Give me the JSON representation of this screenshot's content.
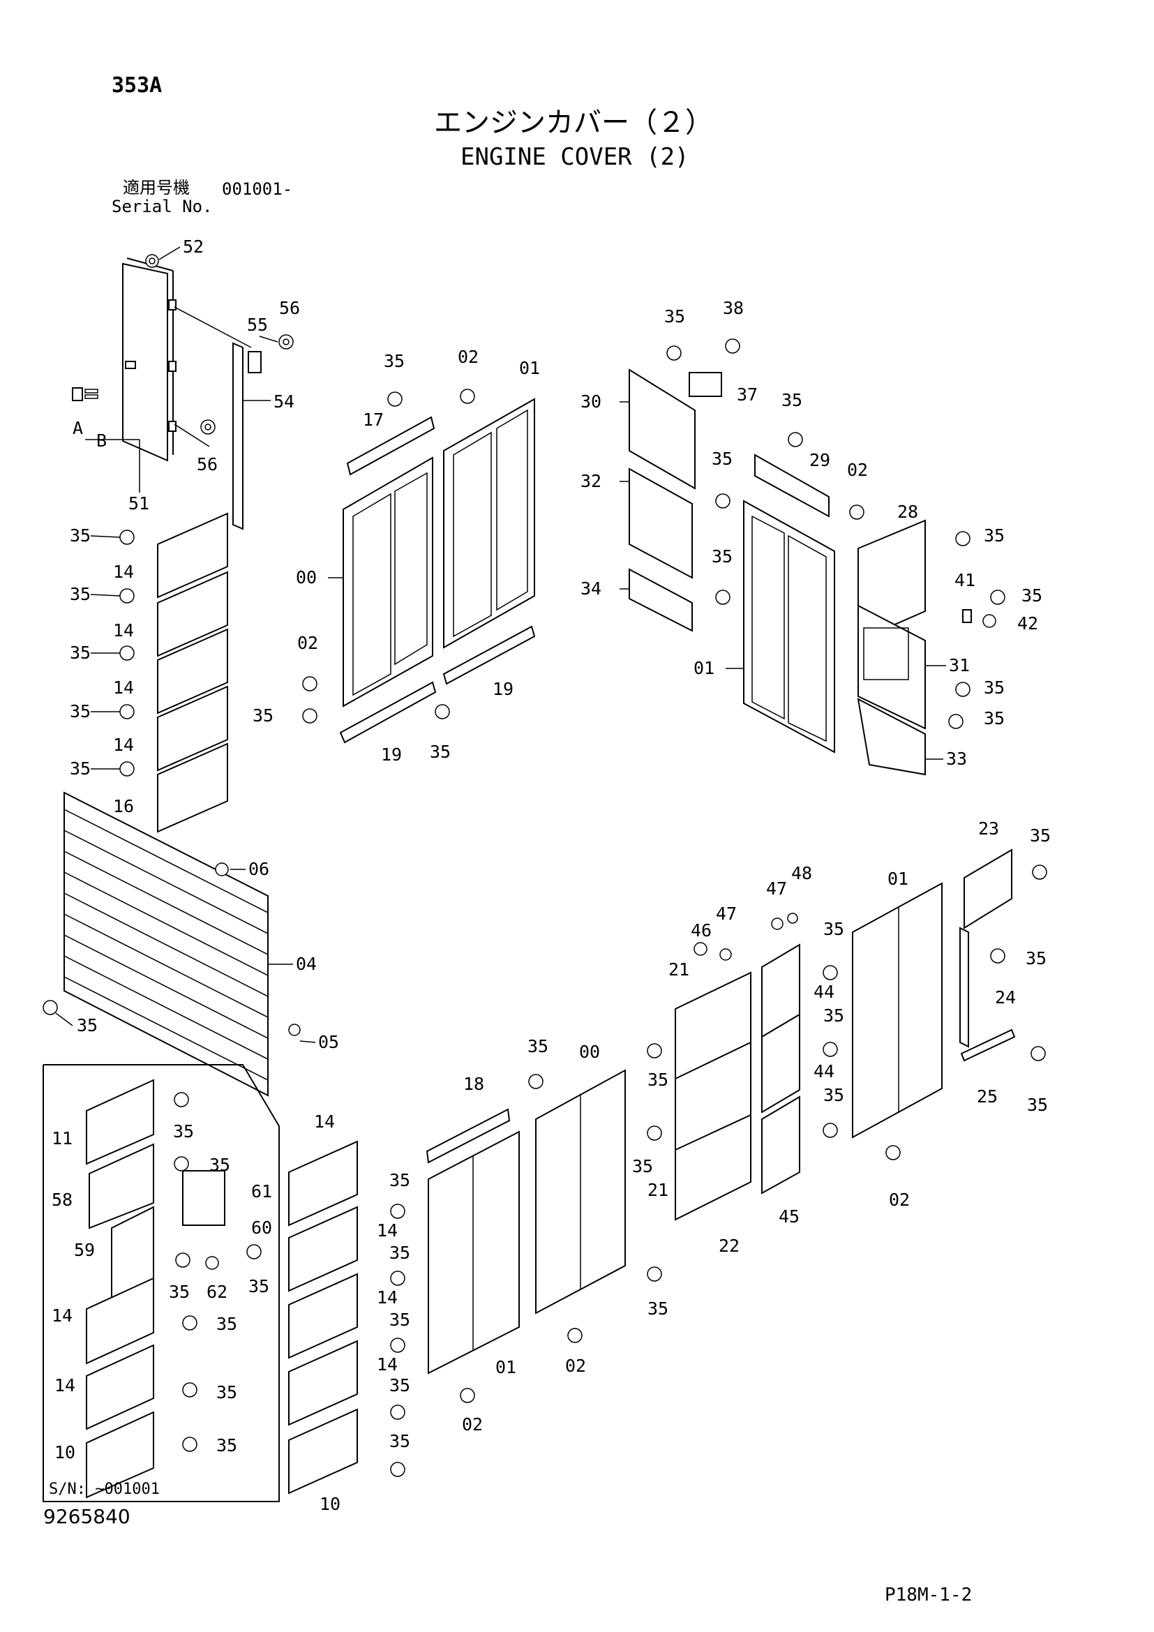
{
  "header": {
    "page_code": "353A",
    "title_jp": "エンジンカバー（２）",
    "title_en": "ENGINE COVER (2)",
    "serial_label_jp": "適用号機",
    "serial_value": "001001-",
    "serial_label_en": "Serial No."
  },
  "inset": {
    "note": "S/N: ~001001"
  },
  "footer": {
    "drawing_number": "9265840",
    "page_ref": "P18M-1-2"
  },
  "callouts": {
    "c52": "52",
    "c56a": "56",
    "c55": "55",
    "c54": "54",
    "c56b": "56",
    "cA": "A",
    "cB": "B",
    "c51": "51",
    "c35_l1": "35",
    "c14_l1": "14",
    "c35_l2": "35",
    "c14_l2": "14",
    "c35_l3": "35",
    "c14_l3": "14",
    "c35_l4": "35",
    "c14_l4": "14",
    "c35_l5": "35",
    "c16": "16",
    "c35_m1": "35",
    "c02_m1": "02",
    "c01_m1": "01",
    "c17": "17",
    "c00_m": "00",
    "c02_m2": "02",
    "c35_m2": "35",
    "c19_a": "19",
    "c35_m3": "35",
    "c19_b": "19",
    "c35_r1": "35",
    "c38": "38",
    "c30": "30",
    "c37": "37",
    "c35_r2": "35",
    "c29": "29",
    "c02_r1": "02",
    "c32": "32",
    "c35_r3": "35",
    "c28": "28",
    "c35_r4": "35",
    "c34": "34",
    "c35_r5": "35",
    "c41": "41",
    "c35_r6": "35",
    "c42": "42",
    "c01_r": "01",
    "c31": "31",
    "c35_r7": "35",
    "c35_r8": "35",
    "c33": "33",
    "c06": "06",
    "c04": "04",
    "c05": "05",
    "c35_g": "35",
    "c23": "23",
    "c35_e1": "35",
    "c01_e": "01",
    "c35_e2": "35",
    "c24": "24",
    "c25": "25",
    "c35_e3": "35",
    "c02_e": "02",
    "c48": "48",
    "c47a": "47",
    "c47b": "47",
    "c46": "46",
    "c21a": "21",
    "c35_s1": "35",
    "c44a": "44",
    "c35_s2": "35",
    "c44b": "44",
    "c35_s3": "35",
    "c35_s4": "35",
    "c35_s5": "35",
    "c21b": "21",
    "c22": "22",
    "c45": "45",
    "c35_s6": "35",
    "c35_d1": "35",
    "c00_d": "00",
    "c18": "18",
    "c01_d": "01",
    "c02_d1": "02",
    "c02_d2": "02",
    "c14_c0": "14",
    "c35_c1": "35",
    "c14_c1": "14",
    "c35_c2": "35",
    "c14_c2": "14",
    "c35_c3": "35",
    "c14_c3": "14",
    "c35_c4": "35",
    "c35_c5": "35",
    "c10_c": "10",
    "c11": "11",
    "c35_i1": "35",
    "c35_i2": "35",
    "c58": "58",
    "c61": "61",
    "c60": "60",
    "c59": "59",
    "c35_i3": "35",
    "c62": "62",
    "c35_i4": "35",
    "c14_i1": "14",
    "c35_i5": "35",
    "c14_i2": "14",
    "c35_i6": "35",
    "c10_i": "10",
    "c35_i7": "35"
  }
}
